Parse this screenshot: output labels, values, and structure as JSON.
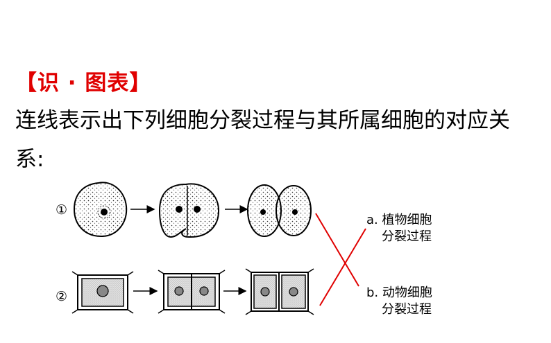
{
  "heading": "【识 · 图表】",
  "question": "连线表示出下列细胞分裂过程与其所属细胞的对应关系:",
  "rows": [
    {
      "marker": "①"
    },
    {
      "marker": "②"
    }
  ],
  "options": [
    {
      "letter": "a.",
      "line1": "植物细胞",
      "line2": "分裂过程"
    },
    {
      "letter": "b.",
      "line1": "动物细胞",
      "line2": "分裂过程"
    }
  ],
  "colors": {
    "heading": "#e00000",
    "connector": "#e00000"
  }
}
